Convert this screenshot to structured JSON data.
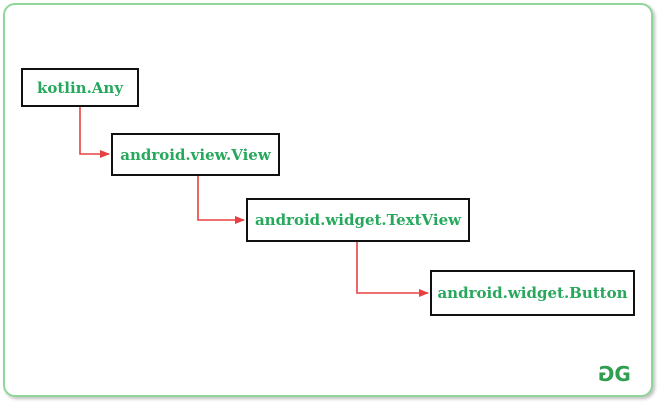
{
  "diagram": {
    "nodes": [
      {
        "id": "kotlin-any",
        "label": "kotlin.Any"
      },
      {
        "id": "android-view",
        "label": "android.view.View"
      },
      {
        "id": "android-textview",
        "label": "android.widget.TextView"
      },
      {
        "id": "android-button",
        "label": "android.widget.Button"
      }
    ],
    "edges": [
      {
        "from": "kotlin-any",
        "to": "android-view"
      },
      {
        "from": "android-view",
        "to": "android-textview"
      },
      {
        "from": "android-textview",
        "to": "android-button"
      }
    ],
    "colors": {
      "text": "#27a85c",
      "arrow": "#e84040",
      "frame": "#8fd69b",
      "logo": "#2f9e4f"
    },
    "logo_icon": "geeksforgeeks-logo"
  }
}
